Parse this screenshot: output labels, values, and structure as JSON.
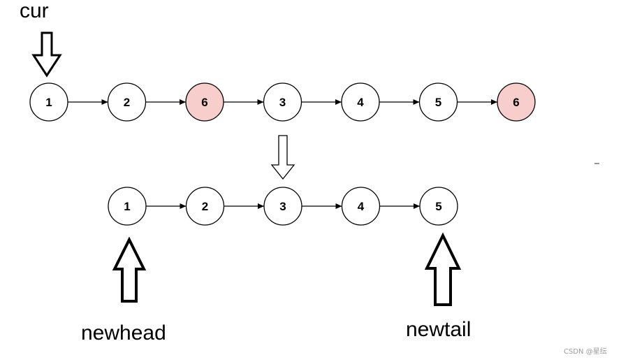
{
  "labels": {
    "cur": "cur",
    "newhead": "newhead",
    "newtail": "newtail",
    "watermark": "CSDN @星纭"
  },
  "colors": {
    "node_fill": "#ffffff",
    "removed_fill": "#f8cecc",
    "stroke": "#000000"
  },
  "original_list": [
    {
      "value": "1",
      "removed": false
    },
    {
      "value": "2",
      "removed": false
    },
    {
      "value": "6",
      "removed": true
    },
    {
      "value": "3",
      "removed": false
    },
    {
      "value": "4",
      "removed": false
    },
    {
      "value": "5",
      "removed": false
    },
    {
      "value": "6",
      "removed": true
    }
  ],
  "result_list": [
    {
      "value": "1",
      "removed": false
    },
    {
      "value": "2",
      "removed": false
    },
    {
      "value": "3",
      "removed": false
    },
    {
      "value": "4",
      "removed": false
    },
    {
      "value": "5",
      "removed": false
    }
  ]
}
